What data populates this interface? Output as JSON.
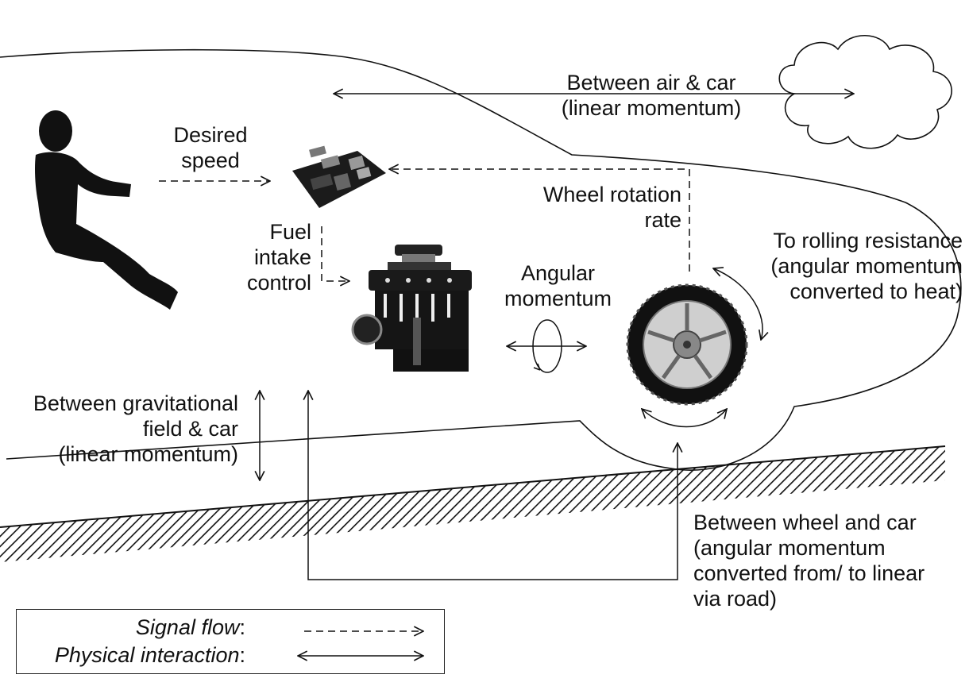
{
  "labels": {
    "air_1": "Between air & car",
    "air_2": "(linear momentum)",
    "desired_1": "Desired",
    "desired_2": "speed",
    "fuel_1": "Fuel",
    "fuel_2": "intake",
    "fuel_3": "control",
    "wheelrate_1": "Wheel rotation",
    "wheelrate_2": "rate",
    "rolling_1": "To rolling resistance",
    "rolling_2": "(angular momentum",
    "rolling_3": "converted to heat)",
    "angular_1": "Angular",
    "angular_2": "momentum",
    "grav_1": "Between gravitational",
    "grav_2": "field & car",
    "grav_3": "(linear momentum)",
    "wheelcar_1": "Between wheel and car",
    "wheelcar_2": "(angular momentum",
    "wheelcar_3": "converted from/ to linear",
    "wheelcar_4": "via road)"
  },
  "legend": {
    "signal_label": "Signal flow",
    "physical_label": "Physical interaction",
    "colon": ":"
  }
}
